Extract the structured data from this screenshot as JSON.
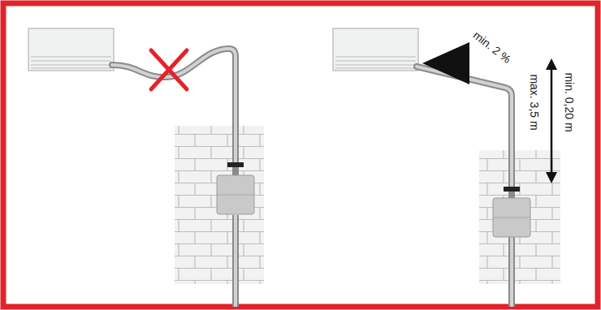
{
  "diagram": {
    "labels": [
      "min. 2 %",
      "min. 0,20 m",
      "max. 3,5 m"
    ]
  }
}
